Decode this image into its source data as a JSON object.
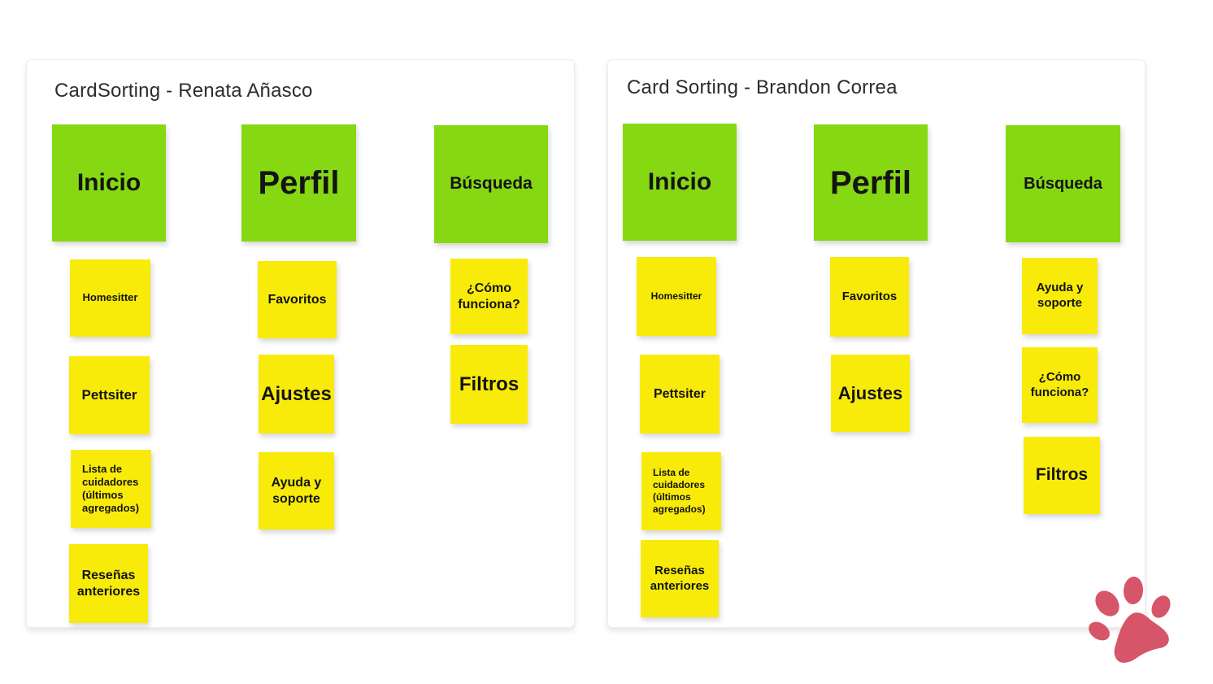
{
  "colors": {
    "category_card": "#86d812",
    "sticky_note": "#f8eb0a",
    "board_background": "#ffffff",
    "board_border": "#ececec",
    "title_text": "#2d2d2d",
    "card_text": "#141414",
    "paw_logo": "#d65569"
  },
  "boards": [
    {
      "title": "CardSorting - Renata Añasco",
      "columns": [
        {
          "header": "Inicio",
          "cards": [
            "Homesitter",
            "Pettsiter",
            "Lista de cuidadores (últimos agregados)",
            "Reseñas anteriores"
          ]
        },
        {
          "header": "Perfil",
          "cards": [
            "Favoritos",
            "Ajustes",
            "Ayuda y soporte"
          ]
        },
        {
          "header": "Búsqueda",
          "cards": [
            "¿Cómo funciona?",
            "Filtros"
          ]
        }
      ]
    },
    {
      "title": "Card Sorting - Brandon Correa",
      "columns": [
        {
          "header": "Inicio",
          "cards": [
            "Homesitter",
            "Pettsiter",
            "Lista de cuidadores (últimos agregados)",
            "Reseñas anteriores"
          ]
        },
        {
          "header": "Perfil",
          "cards": [
            "Favoritos",
            "Ajustes"
          ]
        },
        {
          "header": "Búsqueda",
          "cards": [
            "Ayuda y soporte",
            "¿Cómo funciona?",
            "Filtros"
          ]
        }
      ]
    }
  ]
}
